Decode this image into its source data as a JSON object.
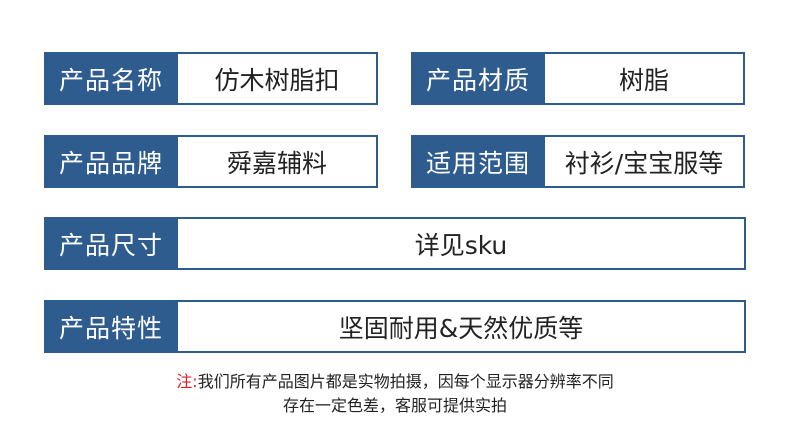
{
  "rows": [
    {
      "label": "产品名称",
      "value": "仿木树脂扣"
    },
    {
      "label": "产品材质",
      "value": "树脂"
    },
    {
      "label": "产品品牌",
      "value": "舜嘉辅料"
    },
    {
      "label": "适用范围",
      "value": "衬衫/宝宝服等"
    },
    {
      "label": "产品尺寸",
      "value": "详见sku"
    },
    {
      "label": "产品特性",
      "value": "坚固耐用&天然优质等"
    }
  ],
  "note": {
    "mark": "注:",
    "line1": "我们所有产品图片都是实物拍摄，因每个显示器分辨率不同",
    "line2": "存在一定色差，客服可提供实拍"
  },
  "colors": {
    "accent": "#2e5c8e",
    "note_mark": "#e02020"
  }
}
